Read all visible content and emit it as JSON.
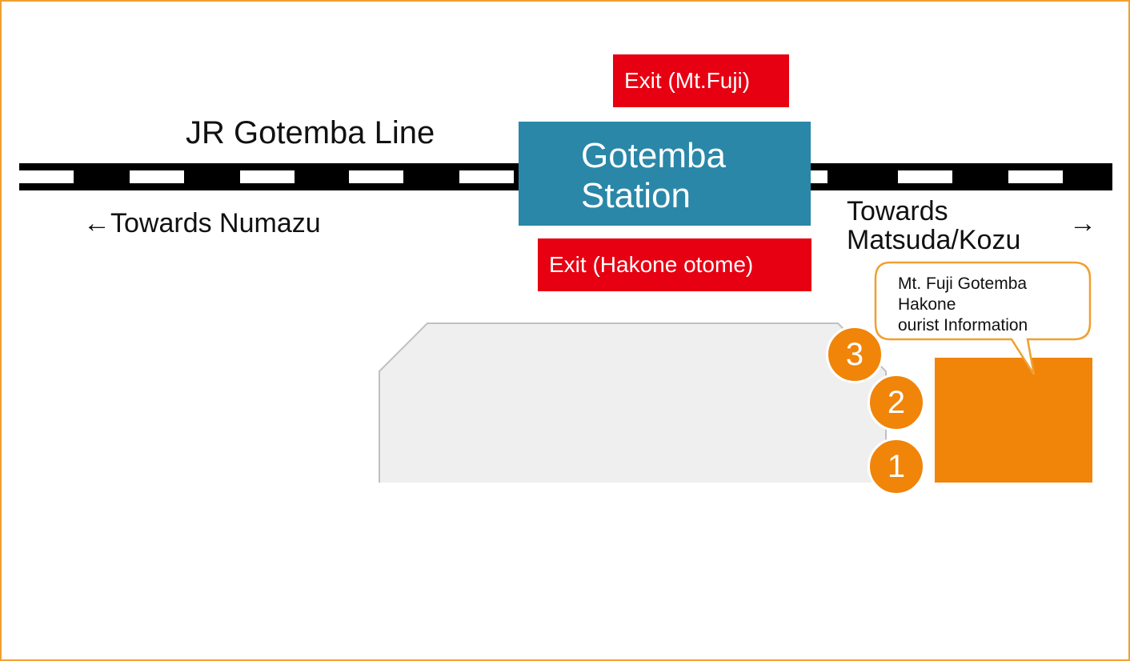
{
  "line_name": "JR Gotemba Line",
  "station": {
    "line1": "Gotemba",
    "line2": "Station"
  },
  "exits": {
    "north": "Exit (Mt.Fuji)",
    "south": "Exit (Hakone otome)"
  },
  "directions": {
    "west": "←Towards Numazu",
    "east_line1": "Towards",
    "east_line2": "Matsuda/Kozu",
    "east_arrow": "→"
  },
  "stops": [
    "3",
    "2",
    "1"
  ],
  "info_callout": {
    "line1": "Mt. Fuji Gotemba",
    "line2": "Hakone",
    "line3": "ourist Information"
  },
  "colors": {
    "rail": "#000000",
    "station": "#2a87a8",
    "exit": "#e60012",
    "info": "#f0850a",
    "terminal": "#efefef",
    "border": "#f0a030"
  }
}
